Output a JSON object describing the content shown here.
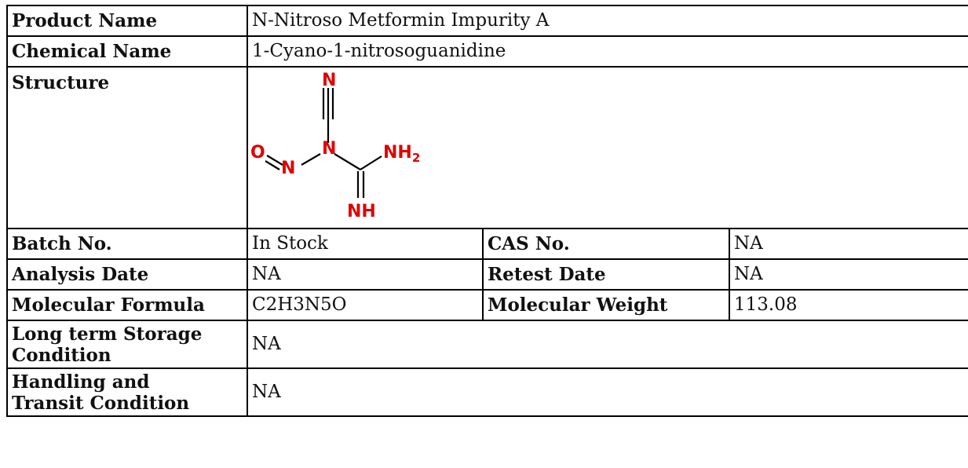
{
  "product": {
    "label": "Product Name",
    "value": "N-Nitroso Metformin Impurity A"
  },
  "chemical": {
    "label": "Chemical Name",
    "value": "1-Cyano-1-nitrosoguanidine"
  },
  "structure": {
    "label": "Structure",
    "atoms": {
      "n_top": "N",
      "o": "O",
      "n_nitroso": "N",
      "n_center": "N",
      "nh2_main": "NH",
      "nh2_sub": "2",
      "nh": "NH"
    },
    "colors": {
      "heteroatom": "#e00000",
      "bond": "#000000"
    }
  },
  "batch": {
    "label": "Batch No.",
    "value": "In Stock"
  },
  "cas": {
    "label": "CAS No.",
    "value": "NA"
  },
  "analysis_date": {
    "label": "Analysis Date",
    "value": "NA"
  },
  "retest_date": {
    "label": "Retest Date",
    "value": "NA"
  },
  "formula": {
    "label": "Molecular Formula",
    "value": "C2H3N5O"
  },
  "weight": {
    "label": "Molecular Weight",
    "value": "113.08"
  },
  "storage": {
    "label_line1": "Long term Storage",
    "label_line2": "Condition",
    "value": "NA"
  },
  "handling": {
    "label_line1": "Handling and",
    "label_line2": "Transit Condition",
    "value": "NA"
  }
}
